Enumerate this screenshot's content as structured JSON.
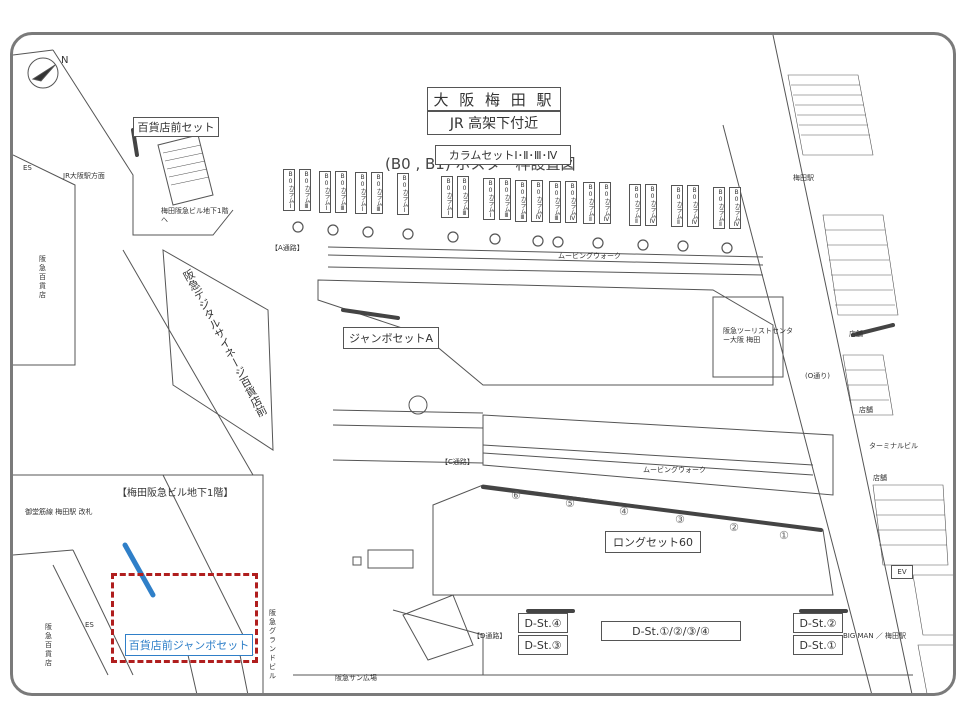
{
  "title": {
    "station": "大 阪 梅 田 駅",
    "area": "JR 高架下付近"
  },
  "subtitle": "(B0 , B1) ポスター枠設置図",
  "sets": {
    "column": "カラムセットⅠ･Ⅱ･Ⅲ･Ⅳ",
    "jumbo_a": "ジャンボセットA",
    "long60": "ロングセット60",
    "dept_front": "百貨店前セット",
    "dept_jumbo": "百貨店前ジャンボセット",
    "dst_all": "D-St.①/②/③/④",
    "dst1": "D-St.①",
    "dst2": "D-St.②",
    "dst3": "D-St.③",
    "dst4": "D-St.④"
  },
  "columns": [
    "B0カラムⅠ",
    "B0カラムⅢ",
    "B0カラムⅠ",
    "B0カラムⅢ",
    "B0カラムⅠ",
    "B0カラムⅢ",
    "B0カラムⅠ",
    "B0カラムⅠ",
    "B0カラムⅢ",
    "B0カラムⅠ",
    "B0カラムⅢ",
    "B0カラムⅢ",
    "B0カラムⅣ",
    "B0カラムⅢ",
    "B0カラムⅣ",
    "B0カラムⅡ",
    "B0カラムⅣ",
    "B0カラムⅡ",
    "B0カラムⅣ",
    "B0カラムⅡ",
    "B0カラムⅣ",
    "B0カラムⅡ",
    "B0カラムⅣ"
  ],
  "long_numbers": [
    "⑥",
    "⑤",
    "④",
    "③",
    "②",
    "①"
  ],
  "labels": {
    "es": "ES",
    "jr_osaka": "JR大阪駅方面",
    "hankyu_dept": "阪急百貨店",
    "umeda_bldg_b1": "梅田阪急ビル地下1階へ",
    "digital_signage": "阪急デジタルサイネージ百貨店前",
    "a_passage": "【A通路】",
    "c_passage": "【C通路】",
    "d_passage": "【D通路】",
    "moving_walk": "ムービングウォーク",
    "tourist_center": "阪急ツーリストセンター大阪 梅田",
    "umeda_st": "梅田駅",
    "o_street": "(O通り)",
    "shop": "店舗",
    "terminal_bldg": "ターミナルビル",
    "ev": "EV",
    "bigman": "BIG MAN ／ 梅田駅",
    "sun_plaza": "阪急サン広場",
    "inset_title": "【梅田阪急ビル地下1階】",
    "midosuji": "御堂筋線 梅田駅 改札",
    "grand_bldg": "阪急グランドビル"
  },
  "colors": {
    "accent_blue": "#2f7fc8",
    "selection_red": "#b01e1e",
    "frame": "#7a7a7a"
  },
  "icons": [
    "north-arrow-icon"
  ]
}
